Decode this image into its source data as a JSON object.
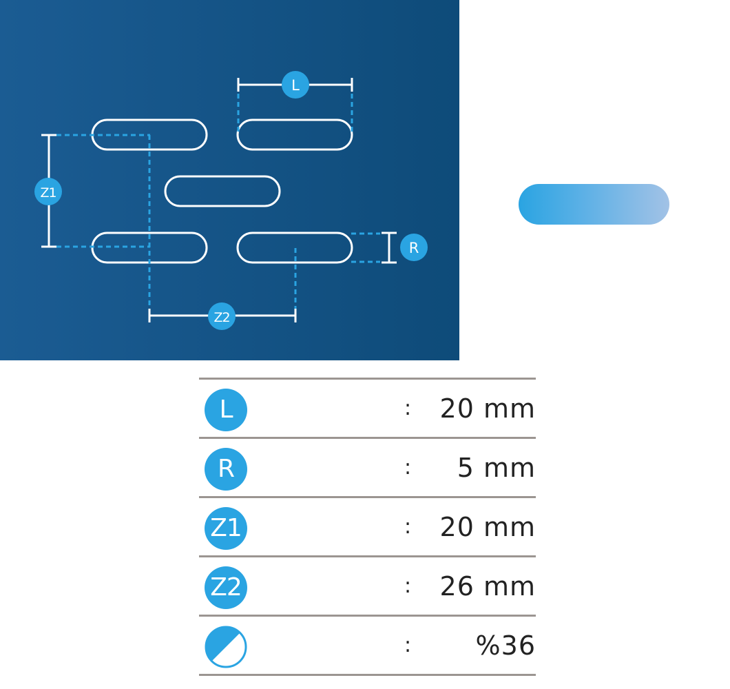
{
  "diagram": {
    "labels": {
      "l": "L",
      "r": "R",
      "z1": "Z1",
      "z2": "Z2"
    },
    "colors": {
      "panel_start": "#1b5c93",
      "panel_end": "#0e4b79",
      "accent": "#2aa4e2",
      "outline": "#ffffff"
    }
  },
  "swatch": {
    "colors": [
      "#2aa4e2",
      "#a2c2e6"
    ]
  },
  "specs": [
    {
      "badge": "L",
      "colon": ":",
      "value": "20 mm"
    },
    {
      "badge": "R",
      "colon": ":",
      "value": "5 mm"
    },
    {
      "badge": "Z1",
      "colon": ":",
      "value": "20 mm"
    },
    {
      "badge": "Z2",
      "colon": ":",
      "value": "26 mm"
    },
    {
      "badge_icon": "open-area-ratio-icon",
      "colon": ":",
      "value": "%36"
    }
  ]
}
